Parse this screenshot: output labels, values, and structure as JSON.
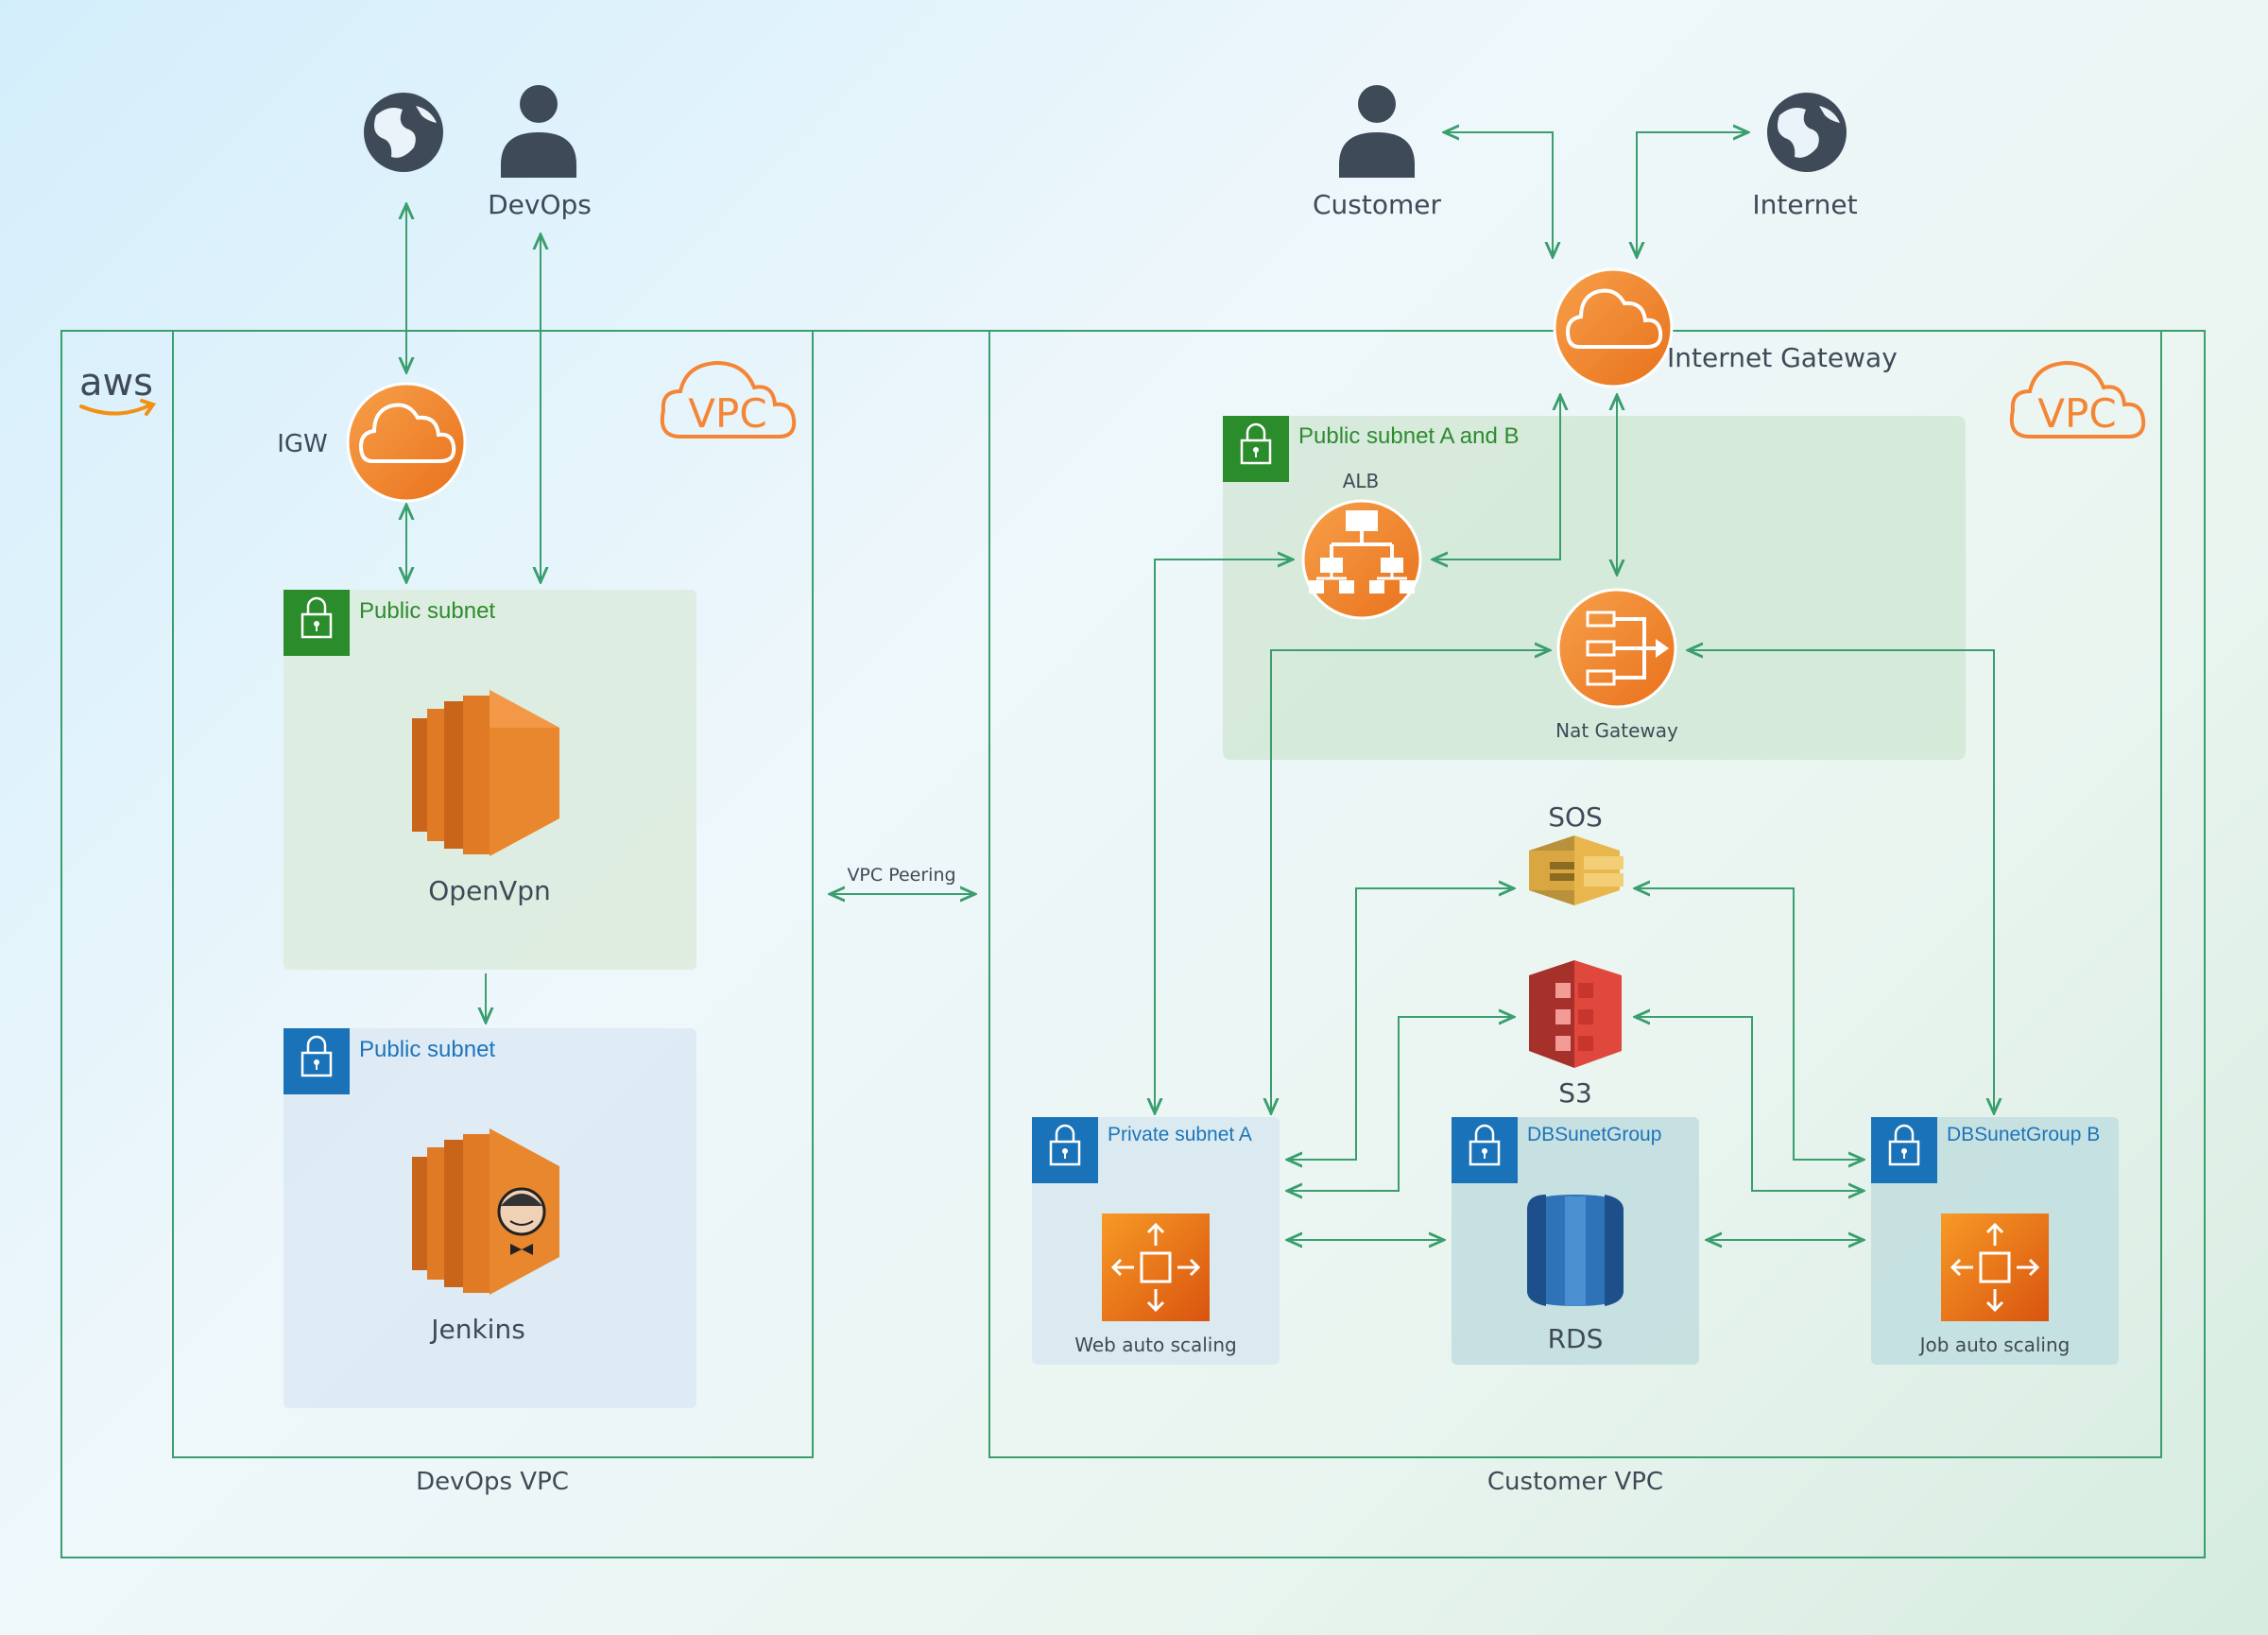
{
  "brand": {
    "aws_logo_text": "aws"
  },
  "colors": {
    "line": "#3a9e6e",
    "orange": "#f58534",
    "orange_dark": "#d86613",
    "green_badge": "#2a8c2a",
    "blue_badge": "#1a73b8",
    "person_gray": "#3f4a58",
    "vpc_cloud": "#f58534"
  },
  "top": {
    "devops": "DevOps",
    "customer": "Customer",
    "internet": "Internet",
    "internet_gateway": "Internet Gateway"
  },
  "devops_vpc": {
    "label": "DevOps VPC",
    "vpc_badge": "VPC",
    "igw_label": "IGW",
    "public_subnet_1": {
      "title": "Public subnet",
      "instance": "OpenVpn"
    },
    "public_subnet_2": {
      "title": "Public subnet",
      "instance": "Jenkins"
    }
  },
  "peering": {
    "label": "VPC Peering"
  },
  "customer_vpc": {
    "label": "Customer VPC",
    "vpc_badge": "VPC",
    "public_subnet_ab": {
      "title": "Public subnet A and B",
      "alb": "ALB",
      "nat": "Nat Gateway"
    },
    "sos": "SOS",
    "s3": "S3",
    "private_subnet_a": {
      "title": "Private subnet A",
      "asg": "Web auto scaling"
    },
    "db_subnet_group": {
      "title": "DBSunetGroup",
      "rds": "RDS"
    },
    "db_subnet_group_b": {
      "title": "DBSunetGroup B",
      "asg": "Job auto scaling"
    }
  }
}
